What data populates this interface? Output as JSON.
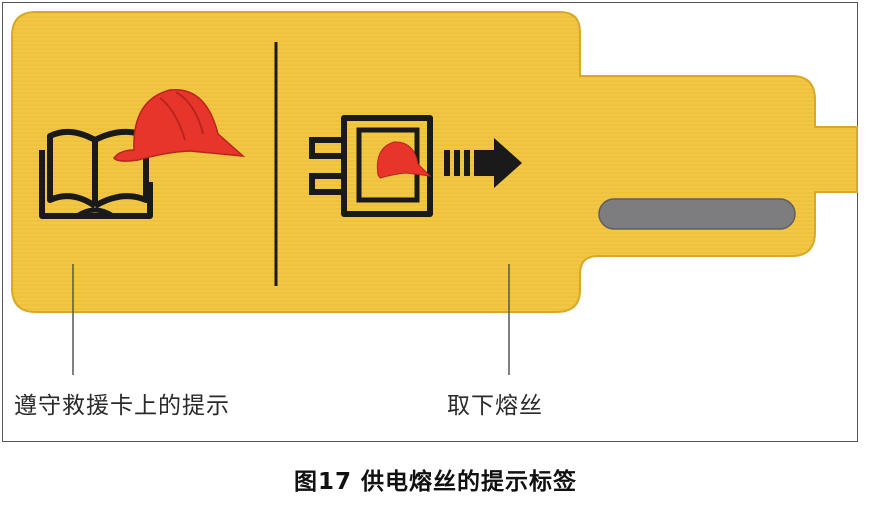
{
  "callouts": {
    "left": "遵守救援卡上的提示",
    "right": "取下熔丝"
  },
  "caption": "图17 供电熔丝的提示标签",
  "colors": {
    "tag": "#F2C744",
    "tag_edge": "#D9A826",
    "helmet": "#E8352B",
    "ink": "#1A1A1A",
    "slot": "#7D7D80"
  },
  "icons": {
    "left": "rescue-card-book-with-helmet-icon",
    "right": "fuse-pull-out-arrow-icon"
  }
}
